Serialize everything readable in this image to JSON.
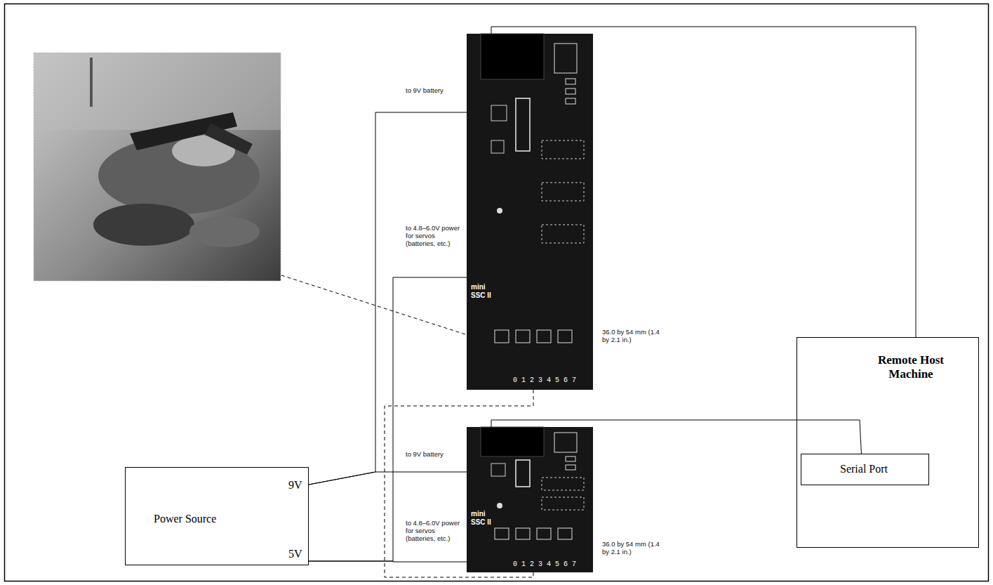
{
  "diagram": {
    "nodes": [
      {
        "text": [
          "mini SSC II",
          "0 1 2 3 4 5 6 7"
        ]
      },
      {
        "text": [
          "Remote Host Machine"
        ]
      },
      {
        "text": [
          "Serial Port"
        ],
        "in": 1
      },
      {
        "text": [
          "mini SSC II",
          "0 1 2 3 4 5 6 7"
        ]
      },
      {
        "text": [
          "9V",
          "Power Source",
          "5V"
        ]
      }
    ],
    "edges": [
      {
        "from": 0,
        "to": 1,
        "arrow": "none"
      },
      {
        "from": 3,
        "to": 2,
        "arrow": "none"
      },
      {
        "from": 4,
        "to": 0,
        "arrow": "none"
      },
      {
        "from": 4,
        "to": 3,
        "arrow": "none"
      },
      {
        "from": 4,
        "to": 0,
        "arrow": "none"
      },
      {
        "from": 4,
        "to": 3,
        "arrow": "none"
      },
      {
        "from": 0,
        "to": 3,
        "arrow": "none"
      }
    ],
    "labels": [
      "to 9V battery",
      "to 4.8–6.0V power for servos (batteries, etc.)",
      "36.0 by 54 mm (1.4 by 2.1 in.)",
      "to 9V battery",
      "to 4.8–6.0V power for servos (batteries, etc.)",
      "36.0 by 54 mm (1.4 by 2.1 in.)"
    ]
  }
}
